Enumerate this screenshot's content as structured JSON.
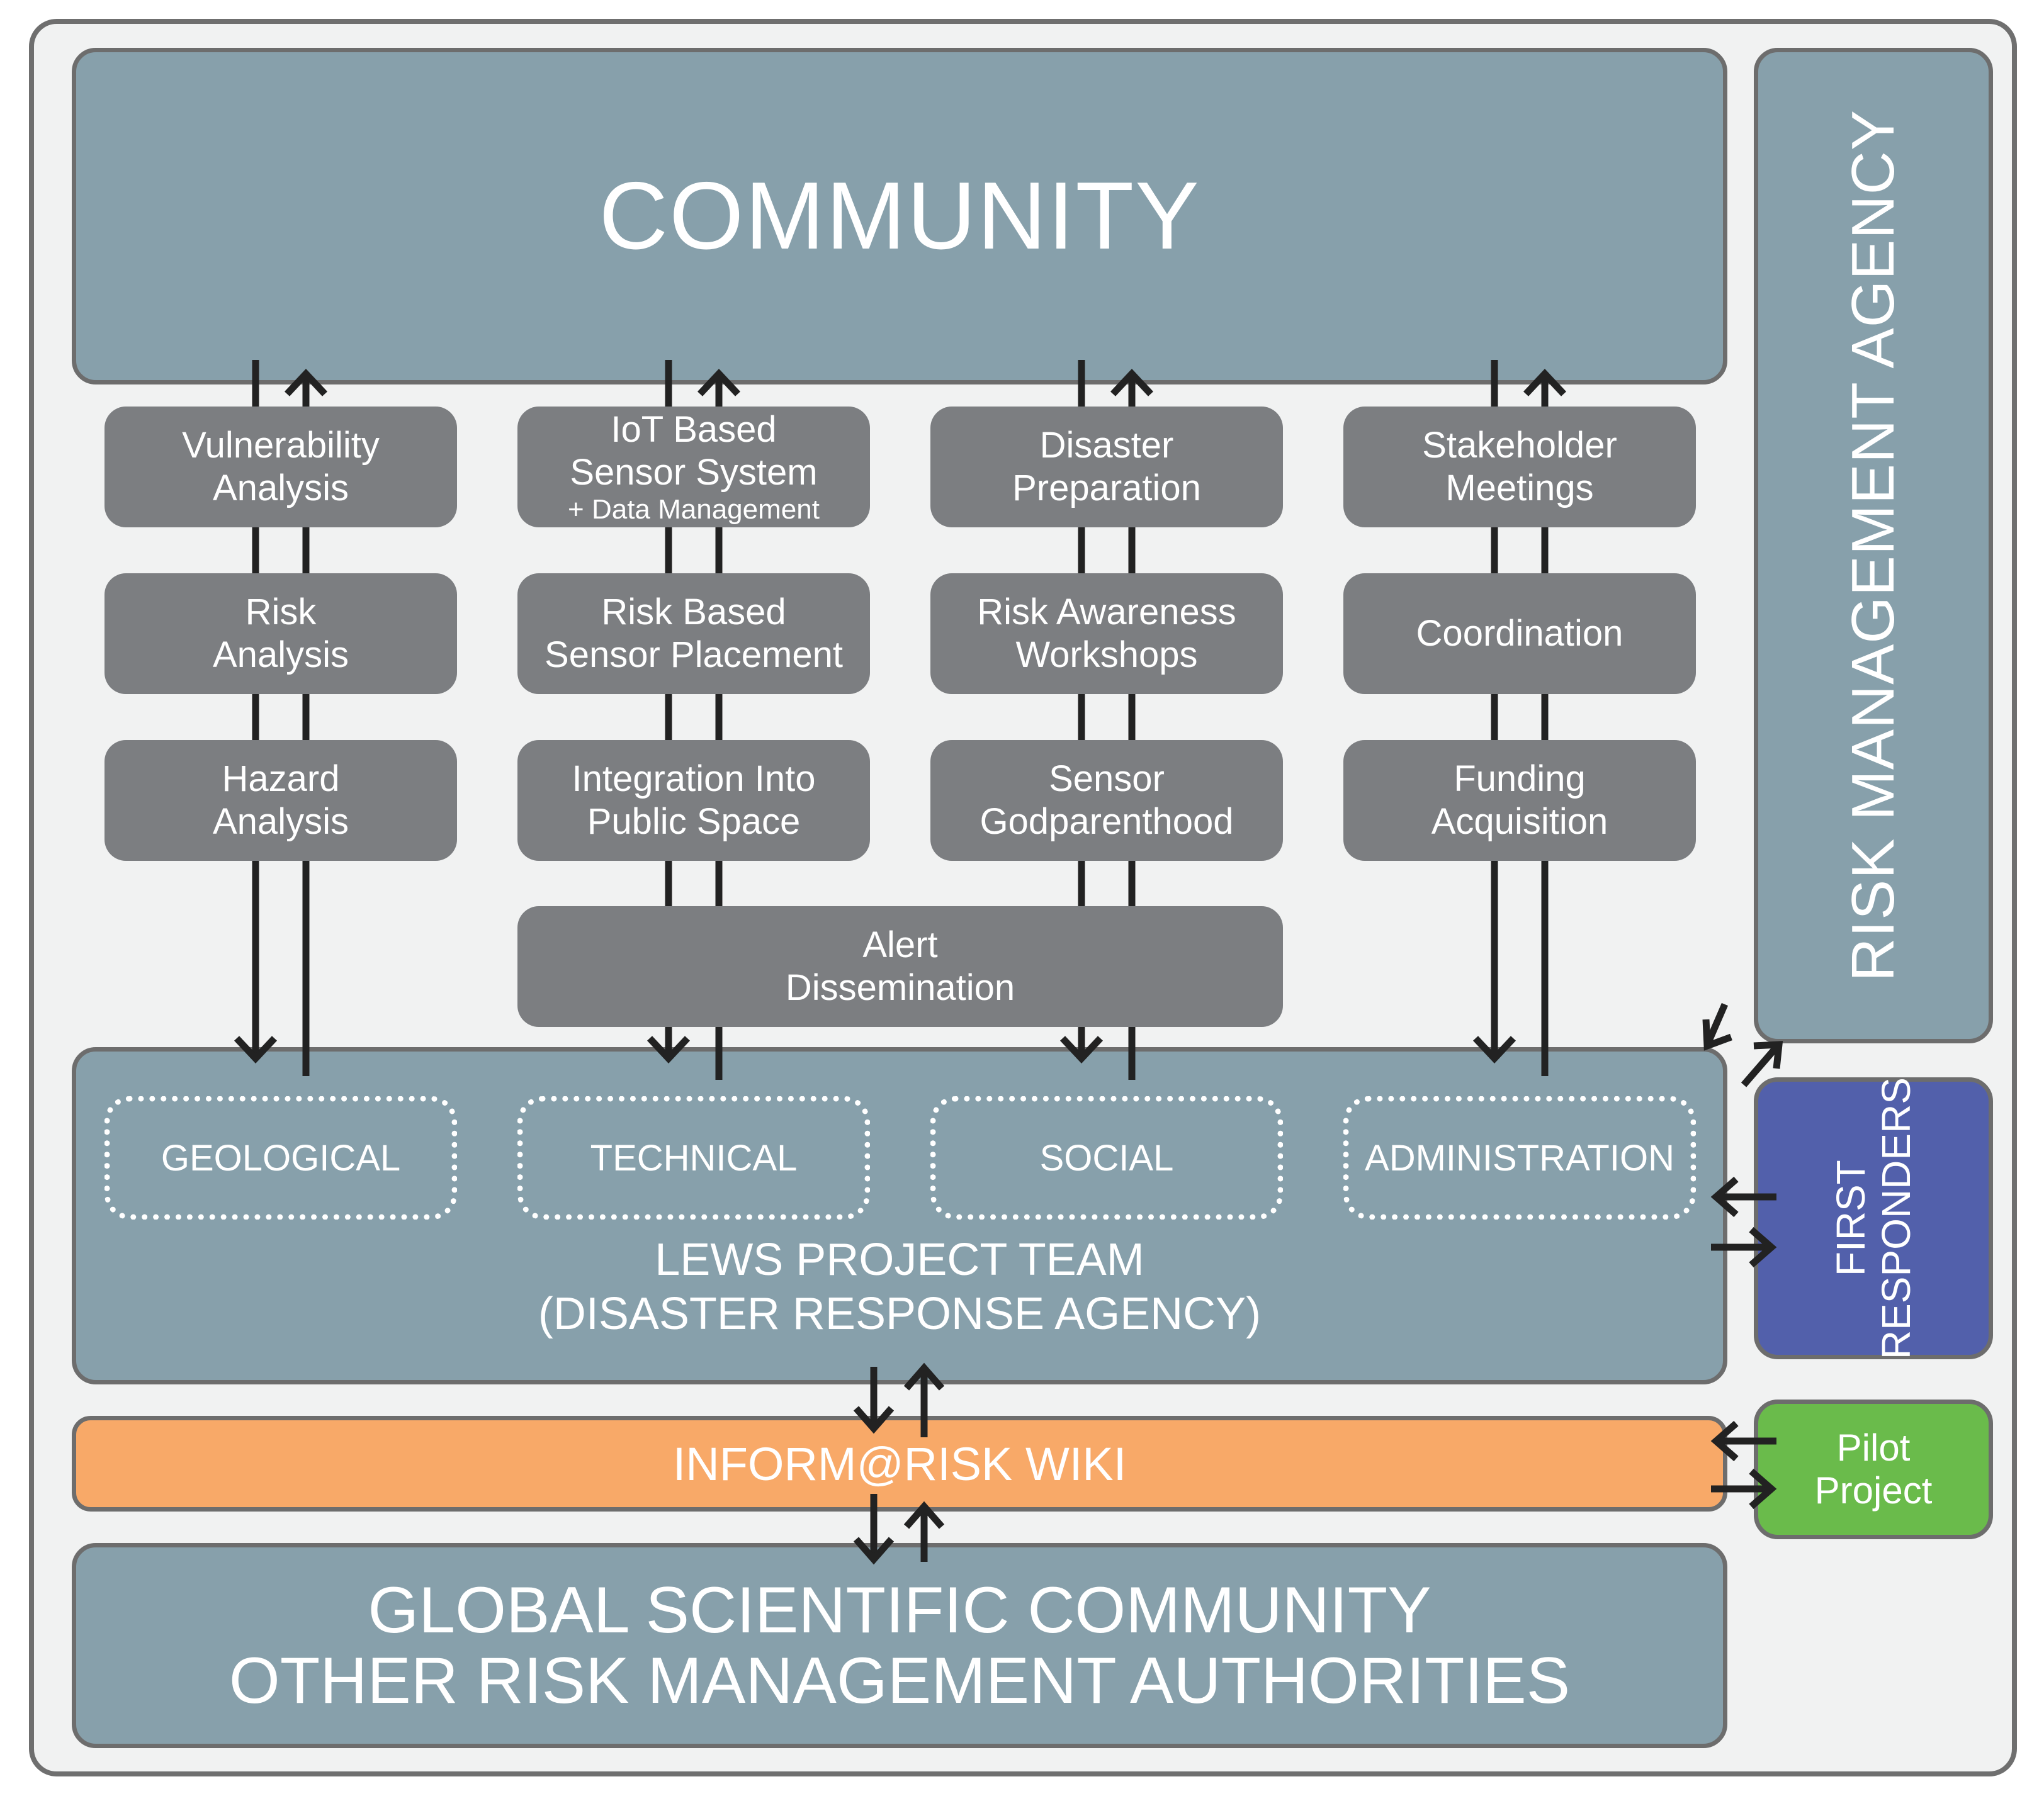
{
  "community": "COMMUNITY",
  "risk_agency": "RISK MANAGEMENT AGENCY",
  "first_responders": "FIRST\nRESPONDERS",
  "pilot": "Pilot\nProject",
  "lews_team": "LEWS PROJECT TEAM\n(DISASTER RESPONSE AGENCY)",
  "wiki": "INFORM@RISK WIKI",
  "global": "GLOBAL SCIENTIFIC COMMUNITY\nOTHER RISK MANAGEMENT AUTHORITIES",
  "columns": [
    {
      "team": "GEOLOGICAL",
      "activities": [
        "Vulnerability\nAnalysis",
        "Risk\nAnalysis",
        "Hazard\nAnalysis"
      ]
    },
    {
      "team": "TECHNICAL",
      "activities": [
        "IoT Based\nSensor System",
        "Risk Based\nSensor Placement",
        "Integration Into\nPublic Space"
      ],
      "activity_note": "+ Data Management"
    },
    {
      "team": "SOCIAL",
      "activities": [
        "Disaster\nPreparation",
        "Risk Awareness\nWorkshops",
        "Sensor\nGodparenthood"
      ]
    },
    {
      "team": "ADMINISTRATION",
      "activities": [
        "Stakeholder\nMeetings",
        "Coordination",
        "Funding\nAcquisition"
      ]
    }
  ],
  "alert": "Alert\nDissemination",
  "colors": {
    "steel": "#87a0ab",
    "activity": "#7c7e81",
    "first_responders": "#5260ab",
    "pilot": "#6abb4b",
    "wiki": "#f8a968",
    "arrow": "#222222"
  }
}
